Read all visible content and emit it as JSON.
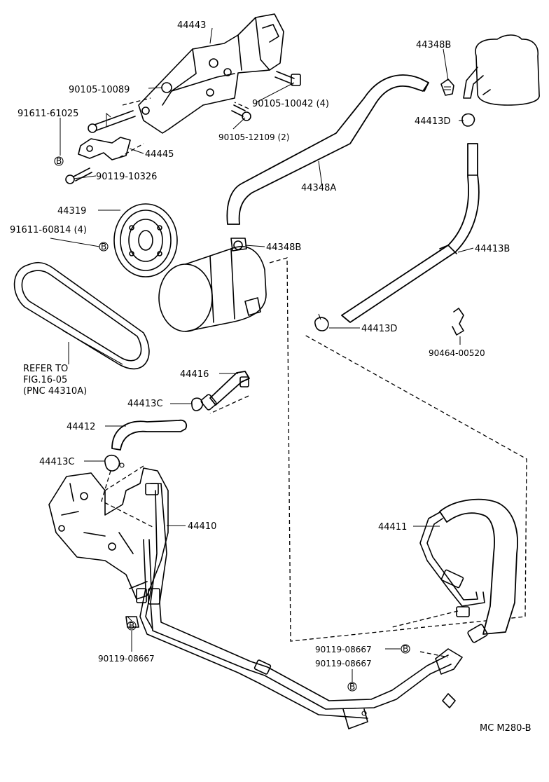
{
  "labels": {
    "bracket": "44443",
    "bolt_a": "90105-10089",
    "bolt_b": "91611-61025",
    "bolt_c": "90105-10042 (4)",
    "bolt_d": "90105-12109 (2)",
    "stay": "44445",
    "bolt_e": "90119-10326",
    "pulley": "44319",
    "bolt_f": "91611-60814 (4)",
    "clamp_top": "44348B",
    "return_hose": "44348A",
    "clamp_mid": "44348B",
    "clamp_d1": "44413D",
    "hose_b": "44413B",
    "clamp_d2": "44413D",
    "clip": "90464-00520",
    "refer_line1": "REFER TO",
    "refer_line2": "FIG.16-05",
    "refer_line3": "(PNC 44310A)",
    "tube_16": "44416",
    "clamp_c1": "44413C",
    "hose_12": "44412",
    "clamp_c2": "44413C",
    "tube_10": "44410",
    "hose_11": "44411",
    "bolt_g1": "90119-08667",
    "bolt_g2": "90119-08667",
    "bolt_g3": "90119-08667",
    "diagram_code": "MC M280-B",
    "b_mark": "B"
  }
}
